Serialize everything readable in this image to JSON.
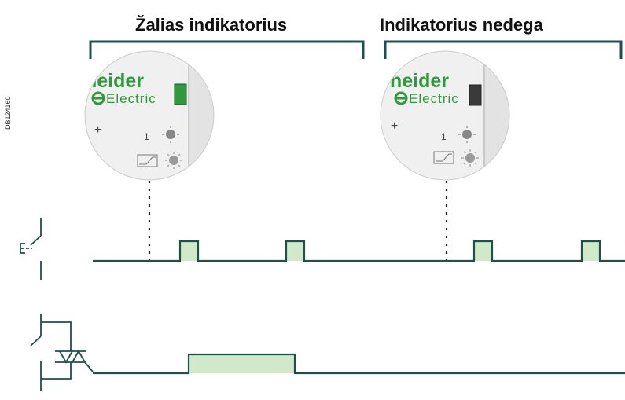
{
  "doc_id": "DB124160",
  "panels": [
    {
      "title": "Žalias indikatorius",
      "brand": "neider",
      "brand_sub": "Electric",
      "plus": "+",
      "channel": "1",
      "led_color": "#2e9a3c"
    },
    {
      "title": "Indikatorius nedega",
      "brand": "neider",
      "brand_sub": "Electric",
      "plus": "+",
      "channel": "1",
      "led_color": "#3a3a3a"
    }
  ],
  "colors": {
    "signal": "#1f4f4f",
    "pulse_fill": "#cfe9c9",
    "brand_green": "#2e9a3c"
  }
}
